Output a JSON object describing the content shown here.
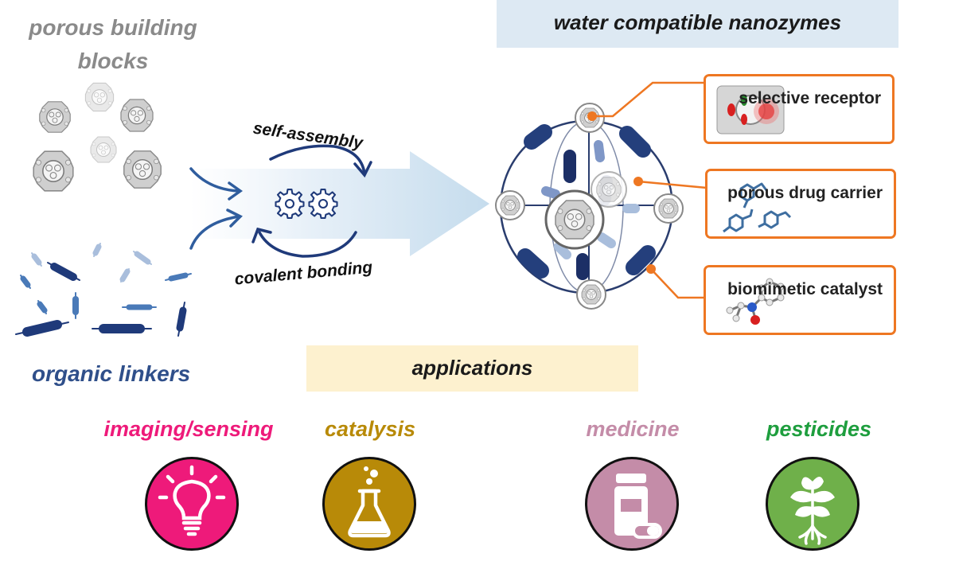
{
  "labels": {
    "porous": "porous building blocks",
    "organic": "organic linkers",
    "self_assembly": "self-assembly",
    "covalent": "covalent bonding",
    "water": "water compatible nanozymes",
    "applications": "applications"
  },
  "callouts": [
    {
      "text": "selective receptor",
      "icon": "selective-receptor-molecule"
    },
    {
      "text": "porous drug carrier",
      "icon": "drug-molecule"
    },
    {
      "text": "biomimetic catalyst",
      "icon": "catalyst-molecule"
    }
  ],
  "applications": [
    {
      "label": "imaging/sensing",
      "color": "#ee1a7a",
      "icon": "lightbulb-icon"
    },
    {
      "label": "catalysis",
      "color": "#b88a08",
      "icon": "flask-icon"
    },
    {
      "label": "medicine",
      "color": "#c48ca8",
      "icon": "pill-bottle-icon"
    },
    {
      "label": "pesticides",
      "color": "#1e9e3e",
      "icon": "plant-icon"
    }
  ],
  "colors": {
    "callout_border": "#ee7722",
    "linker_dark": "#1f3a7a",
    "linker_mid": "#4a7ab8",
    "linker_light": "#a9bedc",
    "banner_water": "#dde9f3",
    "banner_applications": "#fdf1cf"
  }
}
